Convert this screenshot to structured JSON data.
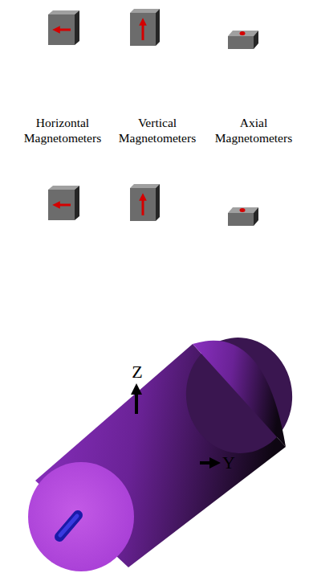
{
  "diagram": {
    "labels": [
      "Horizontal Magnetometers",
      "Vertical Magnetometers",
      "Axial Magnetometers",
      "Z",
      "Y"
    ]
  }
}
